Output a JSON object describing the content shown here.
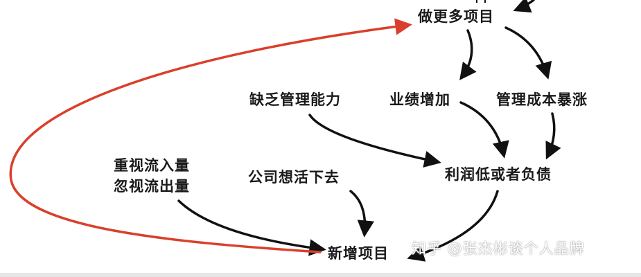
{
  "diagram": {
    "nodes": {
      "do_more_projects": "做更多项目",
      "performance_increase": "业绩增加",
      "management_cost_surge": "管理成本暴涨",
      "lack_management_ability": "缺乏管理能力",
      "profit_low_or_debt": "利润低或者负债",
      "value_inflow": "重视流入量",
      "ignore_outflow": "忽视流出量",
      "company_survive": "公司想活下去",
      "new_projects": "新增项目"
    },
    "watermark": "知乎 @张杰彬谈个人品牌",
    "colors": {
      "arrow_black": "#111111",
      "arrow_red": "#d9402b",
      "text": "#1a1a1a"
    }
  }
}
